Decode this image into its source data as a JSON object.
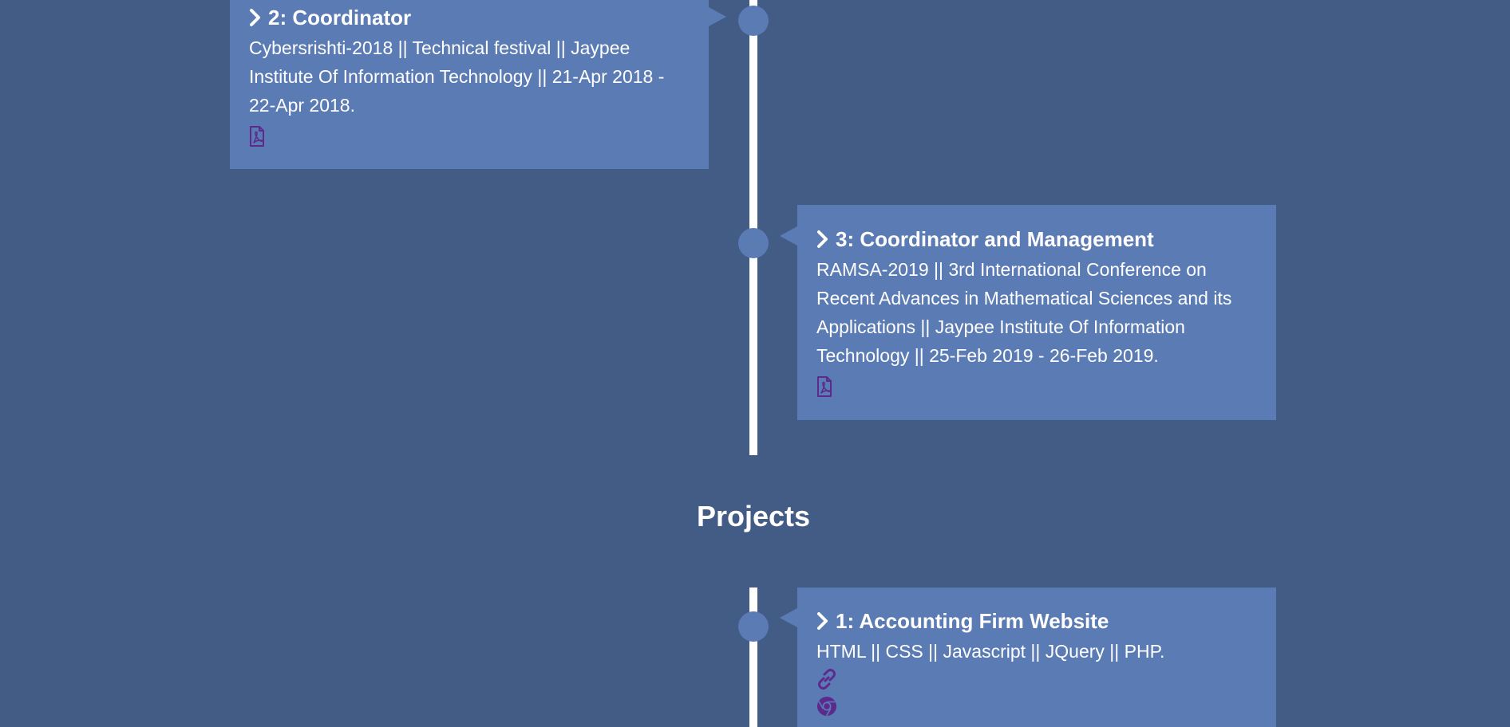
{
  "colors": {
    "background": "#425c85",
    "card": "#5b7bb4",
    "timeline": "#ffffff",
    "icon": "#5b2a8c"
  },
  "timeline_items": [
    {
      "title": "2: Coordinator",
      "text": "Cybersrishti-2018 || Technical festival || Jaypee Institute Of Information Technology || 21-Apr 2018 - 22-Apr 2018.",
      "icons": [
        "pdf-file-icon"
      ]
    },
    {
      "title": "3: Coordinator and Management",
      "text": "RAMSA-2019 || 3rd International Conference on Recent Advances in Mathematical Sciences and its Applications || Jaypee Institute Of Information Technology || 25-Feb 2019 - 26-Feb 2019.",
      "icons": [
        "pdf-file-icon"
      ]
    }
  ],
  "projects_section": {
    "heading": "Projects",
    "items": [
      {
        "title": "1: Accounting Firm Website",
        "text": "HTML || CSS || Javascript || JQuery || PHP.",
        "icons": [
          "link-icon",
          "chrome-icon"
        ]
      }
    ]
  }
}
